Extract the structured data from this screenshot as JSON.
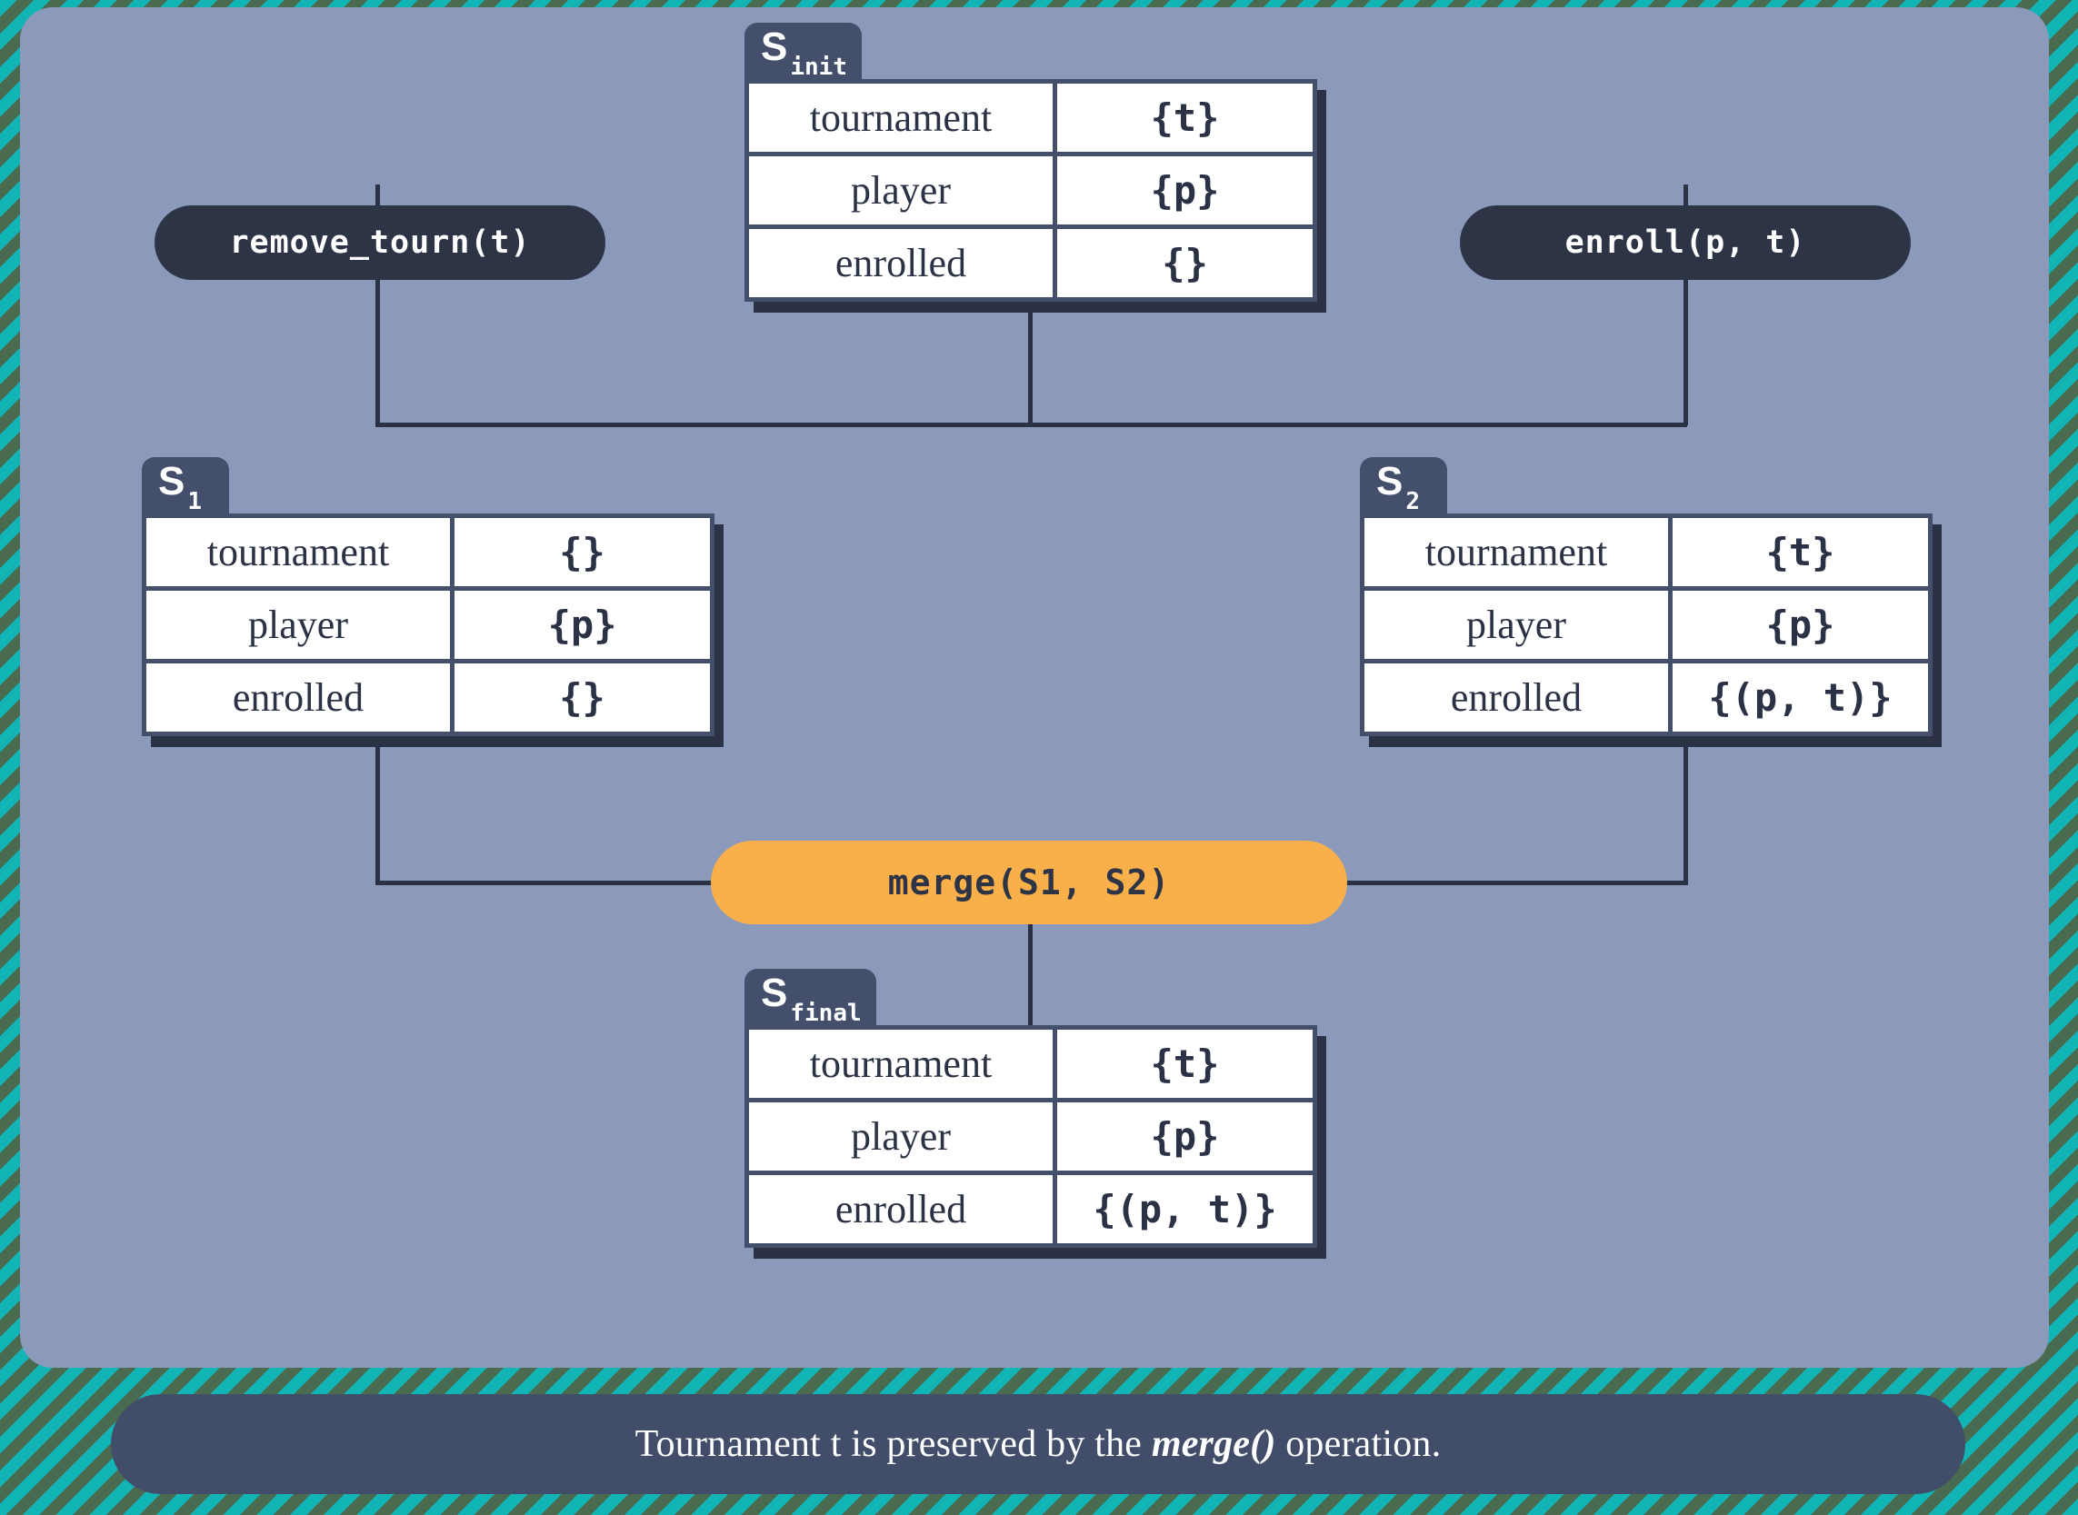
{
  "theme": {
    "outer_background": "#4a6b50",
    "stripe_color": "#11b5b5",
    "panel_background": "#8b9abb",
    "table_border": "#44506b",
    "table_shadow": "#2b3245",
    "cell_background": "#ffffff",
    "text_dark": "#2b3245",
    "pill_dark": "#2d3446",
    "pill_merge": "#f9b04b",
    "caption_background": "#424d69",
    "caption_text": "#ffffff",
    "connector_line": "#2b3245"
  },
  "columns": [
    "key",
    "value"
  ],
  "states": {
    "init": {
      "label_main": "S",
      "label_sub": "init",
      "rows": [
        {
          "key": "tournament",
          "value": "{t}"
        },
        {
          "key": "player",
          "value": "{p}"
        },
        {
          "key": "enrolled",
          "value": "{}"
        }
      ]
    },
    "s1": {
      "label_main": "S",
      "label_sub": "1",
      "rows": [
        {
          "key": "tournament",
          "value": "{}"
        },
        {
          "key": "player",
          "value": "{p}"
        },
        {
          "key": "enrolled",
          "value": "{}"
        }
      ]
    },
    "s2": {
      "label_main": "S",
      "label_sub": "2",
      "rows": [
        {
          "key": "tournament",
          "value": "{t}"
        },
        {
          "key": "player",
          "value": "{p}"
        },
        {
          "key": "enrolled",
          "value": "{(p, t)}"
        }
      ]
    },
    "final": {
      "label_main": "S",
      "label_sub": "final",
      "rows": [
        {
          "key": "tournament",
          "value": "{t}"
        },
        {
          "key": "player",
          "value": "{p}"
        },
        {
          "key": "enrolled",
          "value": "{(p, t)}"
        }
      ]
    }
  },
  "operations": {
    "remove_tourn": "remove_tourn(t)",
    "enroll": "enroll(p, t)",
    "merge": "merge(S1, S2)"
  },
  "caption": {
    "prefix": "Tournament t is preserved by the ",
    "emphasis": "merge()",
    "suffix": " operation."
  }
}
